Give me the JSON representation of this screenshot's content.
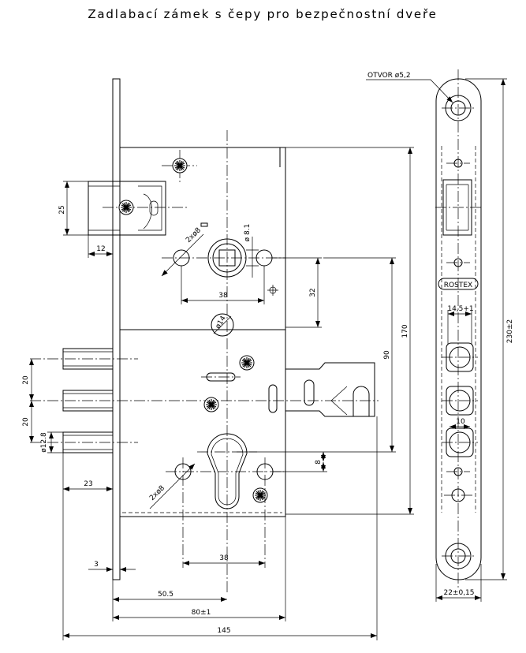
{
  "title": "Zadlabací zámek s čepy pro bezpečnostní dveře",
  "front_view": {
    "latch_height": "25",
    "latch_projection": "12",
    "upper_mounting_holes": "2xø8",
    "follower_hole": "ø 8.1",
    "upper_hole_spacing": "38",
    "follower_offset": "32",
    "small_hole": "ø14",
    "case_height": "170",
    "follower_to_cylinder": "90",
    "bolt_pitch_upper": "20",
    "bolt_pitch_lower": "20",
    "bolt_diameter": "ø12.8",
    "cylinder_offset": "8",
    "lower_mounting_holes": "2xø8",
    "bolt_projection": "23",
    "faceplate_thickness": "3",
    "backset": "50.5",
    "case_depth": "80±1",
    "lower_hole_spacing": "38",
    "overall_width": "145"
  },
  "faceplate_view": {
    "hole_note": "OTVOR ø5,2",
    "brand": "ROSTEX",
    "bolt_window_width": "14,5+1",
    "bolt_spacing": "10",
    "length": "230±2",
    "width": "22±0,15"
  },
  "colors": {
    "line": "#000000",
    "background": "#ffffff"
  }
}
